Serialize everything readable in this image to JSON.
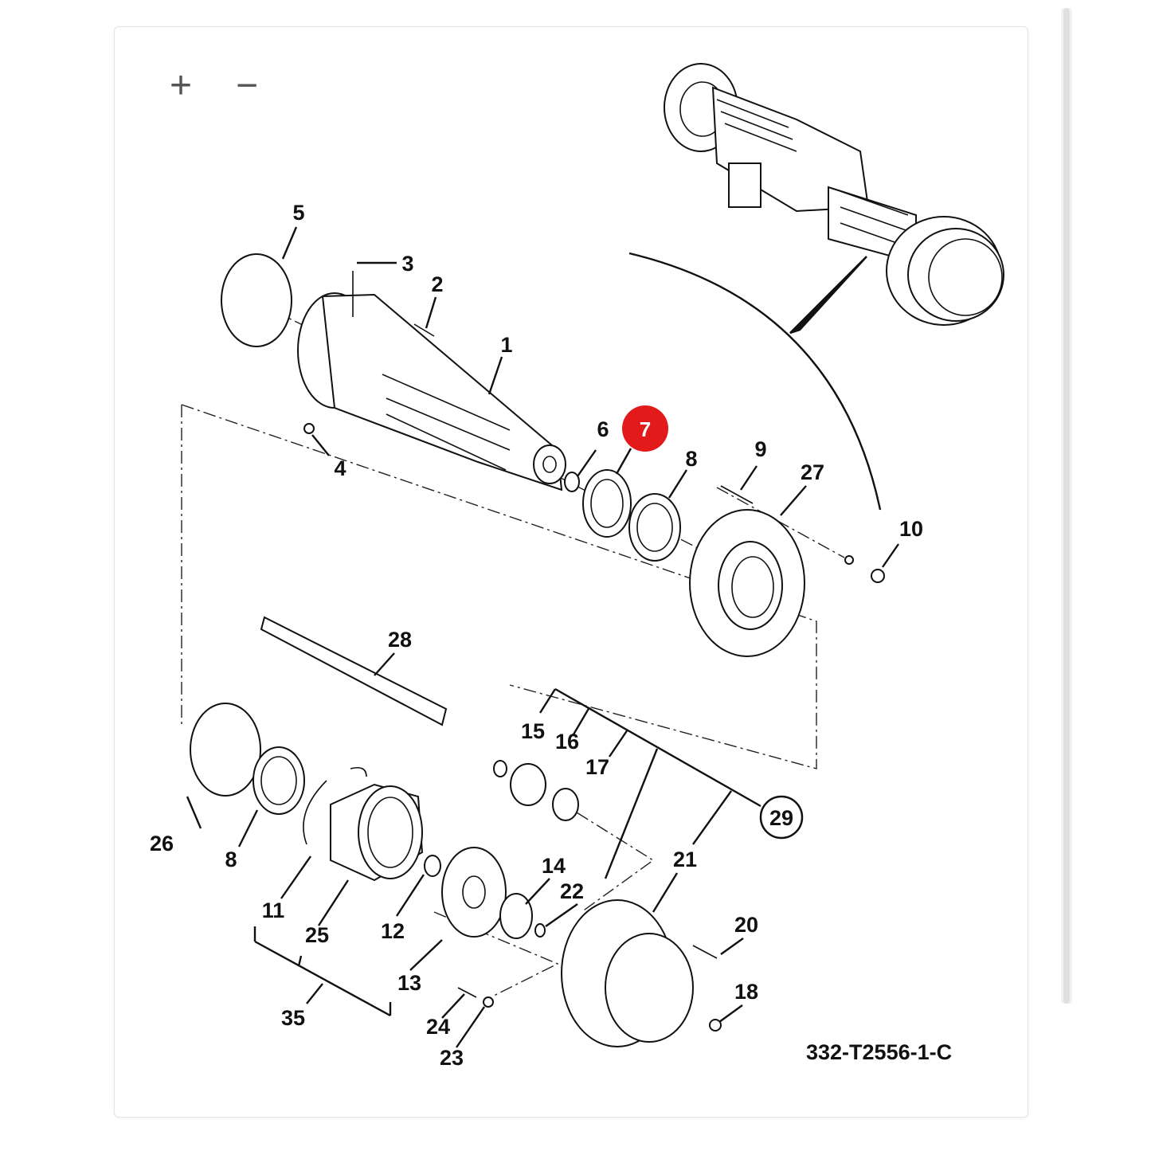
{
  "toolbar": {
    "zoom_in_label": "+",
    "zoom_out_label": "−"
  },
  "diagram": {
    "drawing_id": "332-T2556-1-C",
    "highlighted_callout": "7",
    "highlight_color": "#e31a1a",
    "callouts": [
      "1",
      "2",
      "3",
      "4",
      "5",
      "6",
      "7",
      "8",
      "9",
      "10",
      "11",
      "12",
      "13",
      "14",
      "15",
      "16",
      "17",
      "18",
      "20",
      "21",
      "22",
      "23",
      "24",
      "25",
      "26",
      "27",
      "28",
      "29",
      "35"
    ],
    "circled_callout": "29",
    "second_callout_8": "8"
  }
}
